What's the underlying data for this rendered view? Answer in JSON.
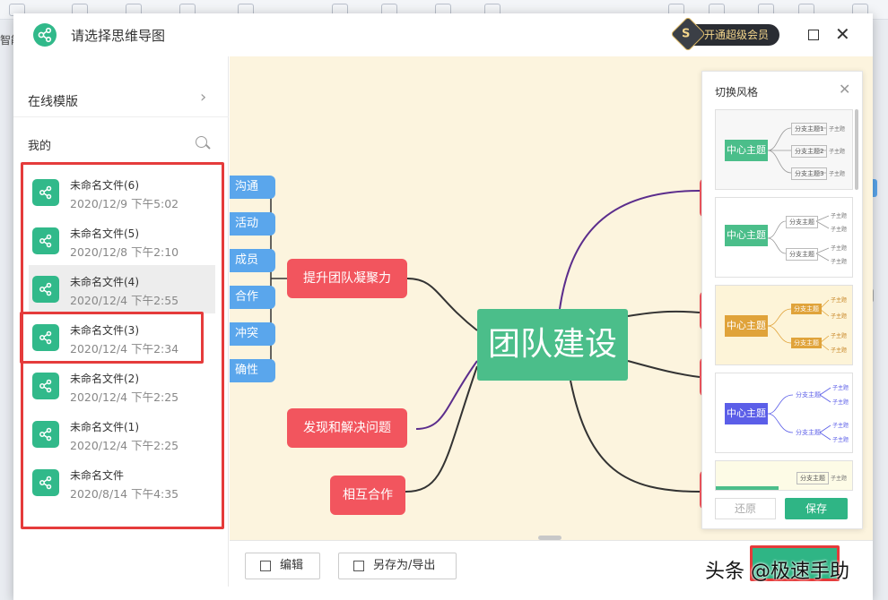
{
  "background": {
    "sidebar_label": "智能"
  },
  "dialog": {
    "title": "请选择思维导图",
    "vip_label": "开通超级会员",
    "vip_icon_letter": "S"
  },
  "sidebar": {
    "online_templates": "在线模版",
    "mine": "我的",
    "files": [
      {
        "name": "未命名文件(6)",
        "date": "2020/12/9 下午5:02"
      },
      {
        "name": "未命名文件(5)",
        "date": "2020/12/8 下午2:10"
      },
      {
        "name": "未命名文件(4)",
        "date": "2020/12/4 下午2:55"
      },
      {
        "name": "未命名文件(3)",
        "date": "2020/12/4 下午2:34"
      },
      {
        "name": "未命名文件(2)",
        "date": "2020/12/4 下午2:25"
      },
      {
        "name": "未命名文件(1)",
        "date": "2020/12/4 下午2:25"
      },
      {
        "name": "未命名文件",
        "date": "2020/8/14 下午4:35"
      }
    ]
  },
  "mindmap": {
    "center": "团队建设",
    "branches": [
      "提升团队凝聚力",
      "发现和解决问题",
      "相互合作"
    ],
    "leaves": [
      "沟通",
      "活动",
      "成员",
      "合作",
      "冲突",
      "确性"
    ]
  },
  "style_panel": {
    "title": "切换风格",
    "center_label": "中心主题",
    "branch_labels": [
      "分支主题1",
      "分支主题2",
      "分支主题3"
    ],
    "branch_label": "分支主题",
    "sub_label": "子主题",
    "restore": "还原",
    "save": "保存",
    "colors": {
      "green": "#4bbe8a",
      "orange": "#e0a33a",
      "blue": "#5b5ee8"
    }
  },
  "footer": {
    "edit": "编辑",
    "save_as": "另存为/导出"
  },
  "watermark": "头条 @极速手助"
}
